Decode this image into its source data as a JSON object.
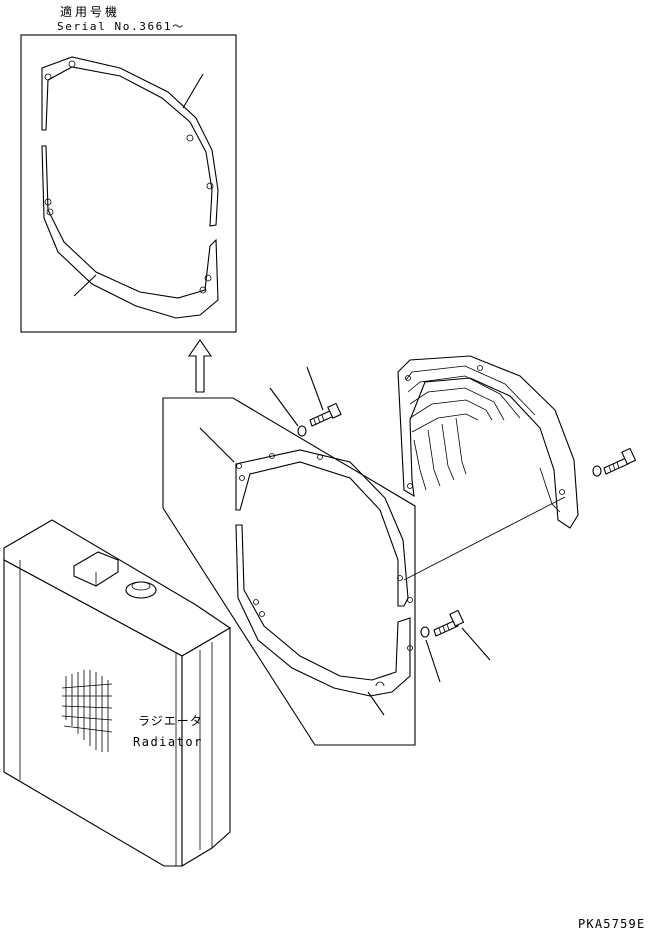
{
  "header": {
    "applicable_model_jp": "適用号機",
    "serial_no": "Serial No.3661〜"
  },
  "radiator": {
    "label_jp": "ラジエータ",
    "label_en": "Radiator"
  },
  "drawing_code": "PKA5759E"
}
